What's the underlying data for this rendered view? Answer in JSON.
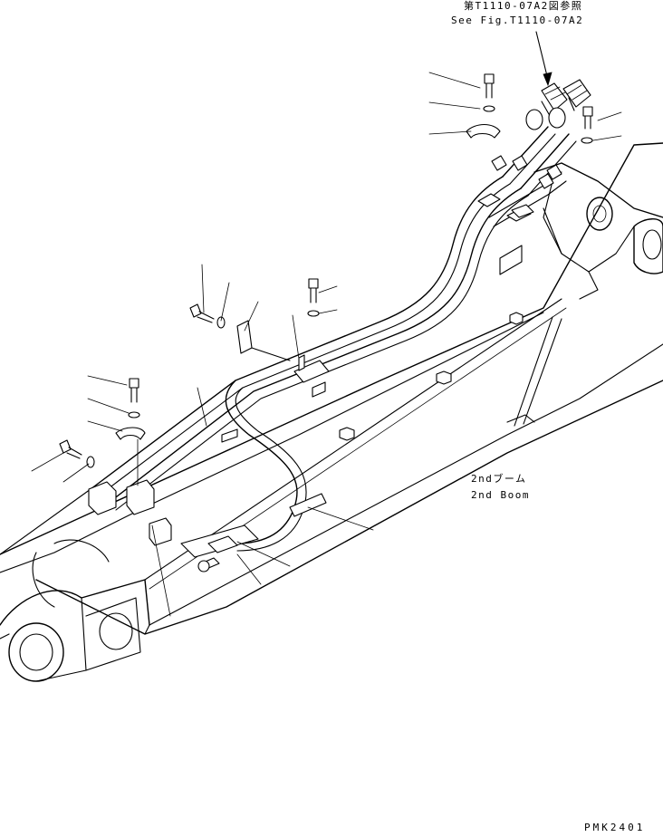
{
  "references": {
    "fig_ref_jp": "第T1110-07A2図参照",
    "fig_ref_en": "See Fig.T1110-07A2"
  },
  "component": {
    "name_jp": "2ndブーム",
    "name_en": "2nd Boom"
  },
  "drawing_code": "PMK2401",
  "colors": {
    "ink": "#000000",
    "paper": "#ffffff"
  }
}
